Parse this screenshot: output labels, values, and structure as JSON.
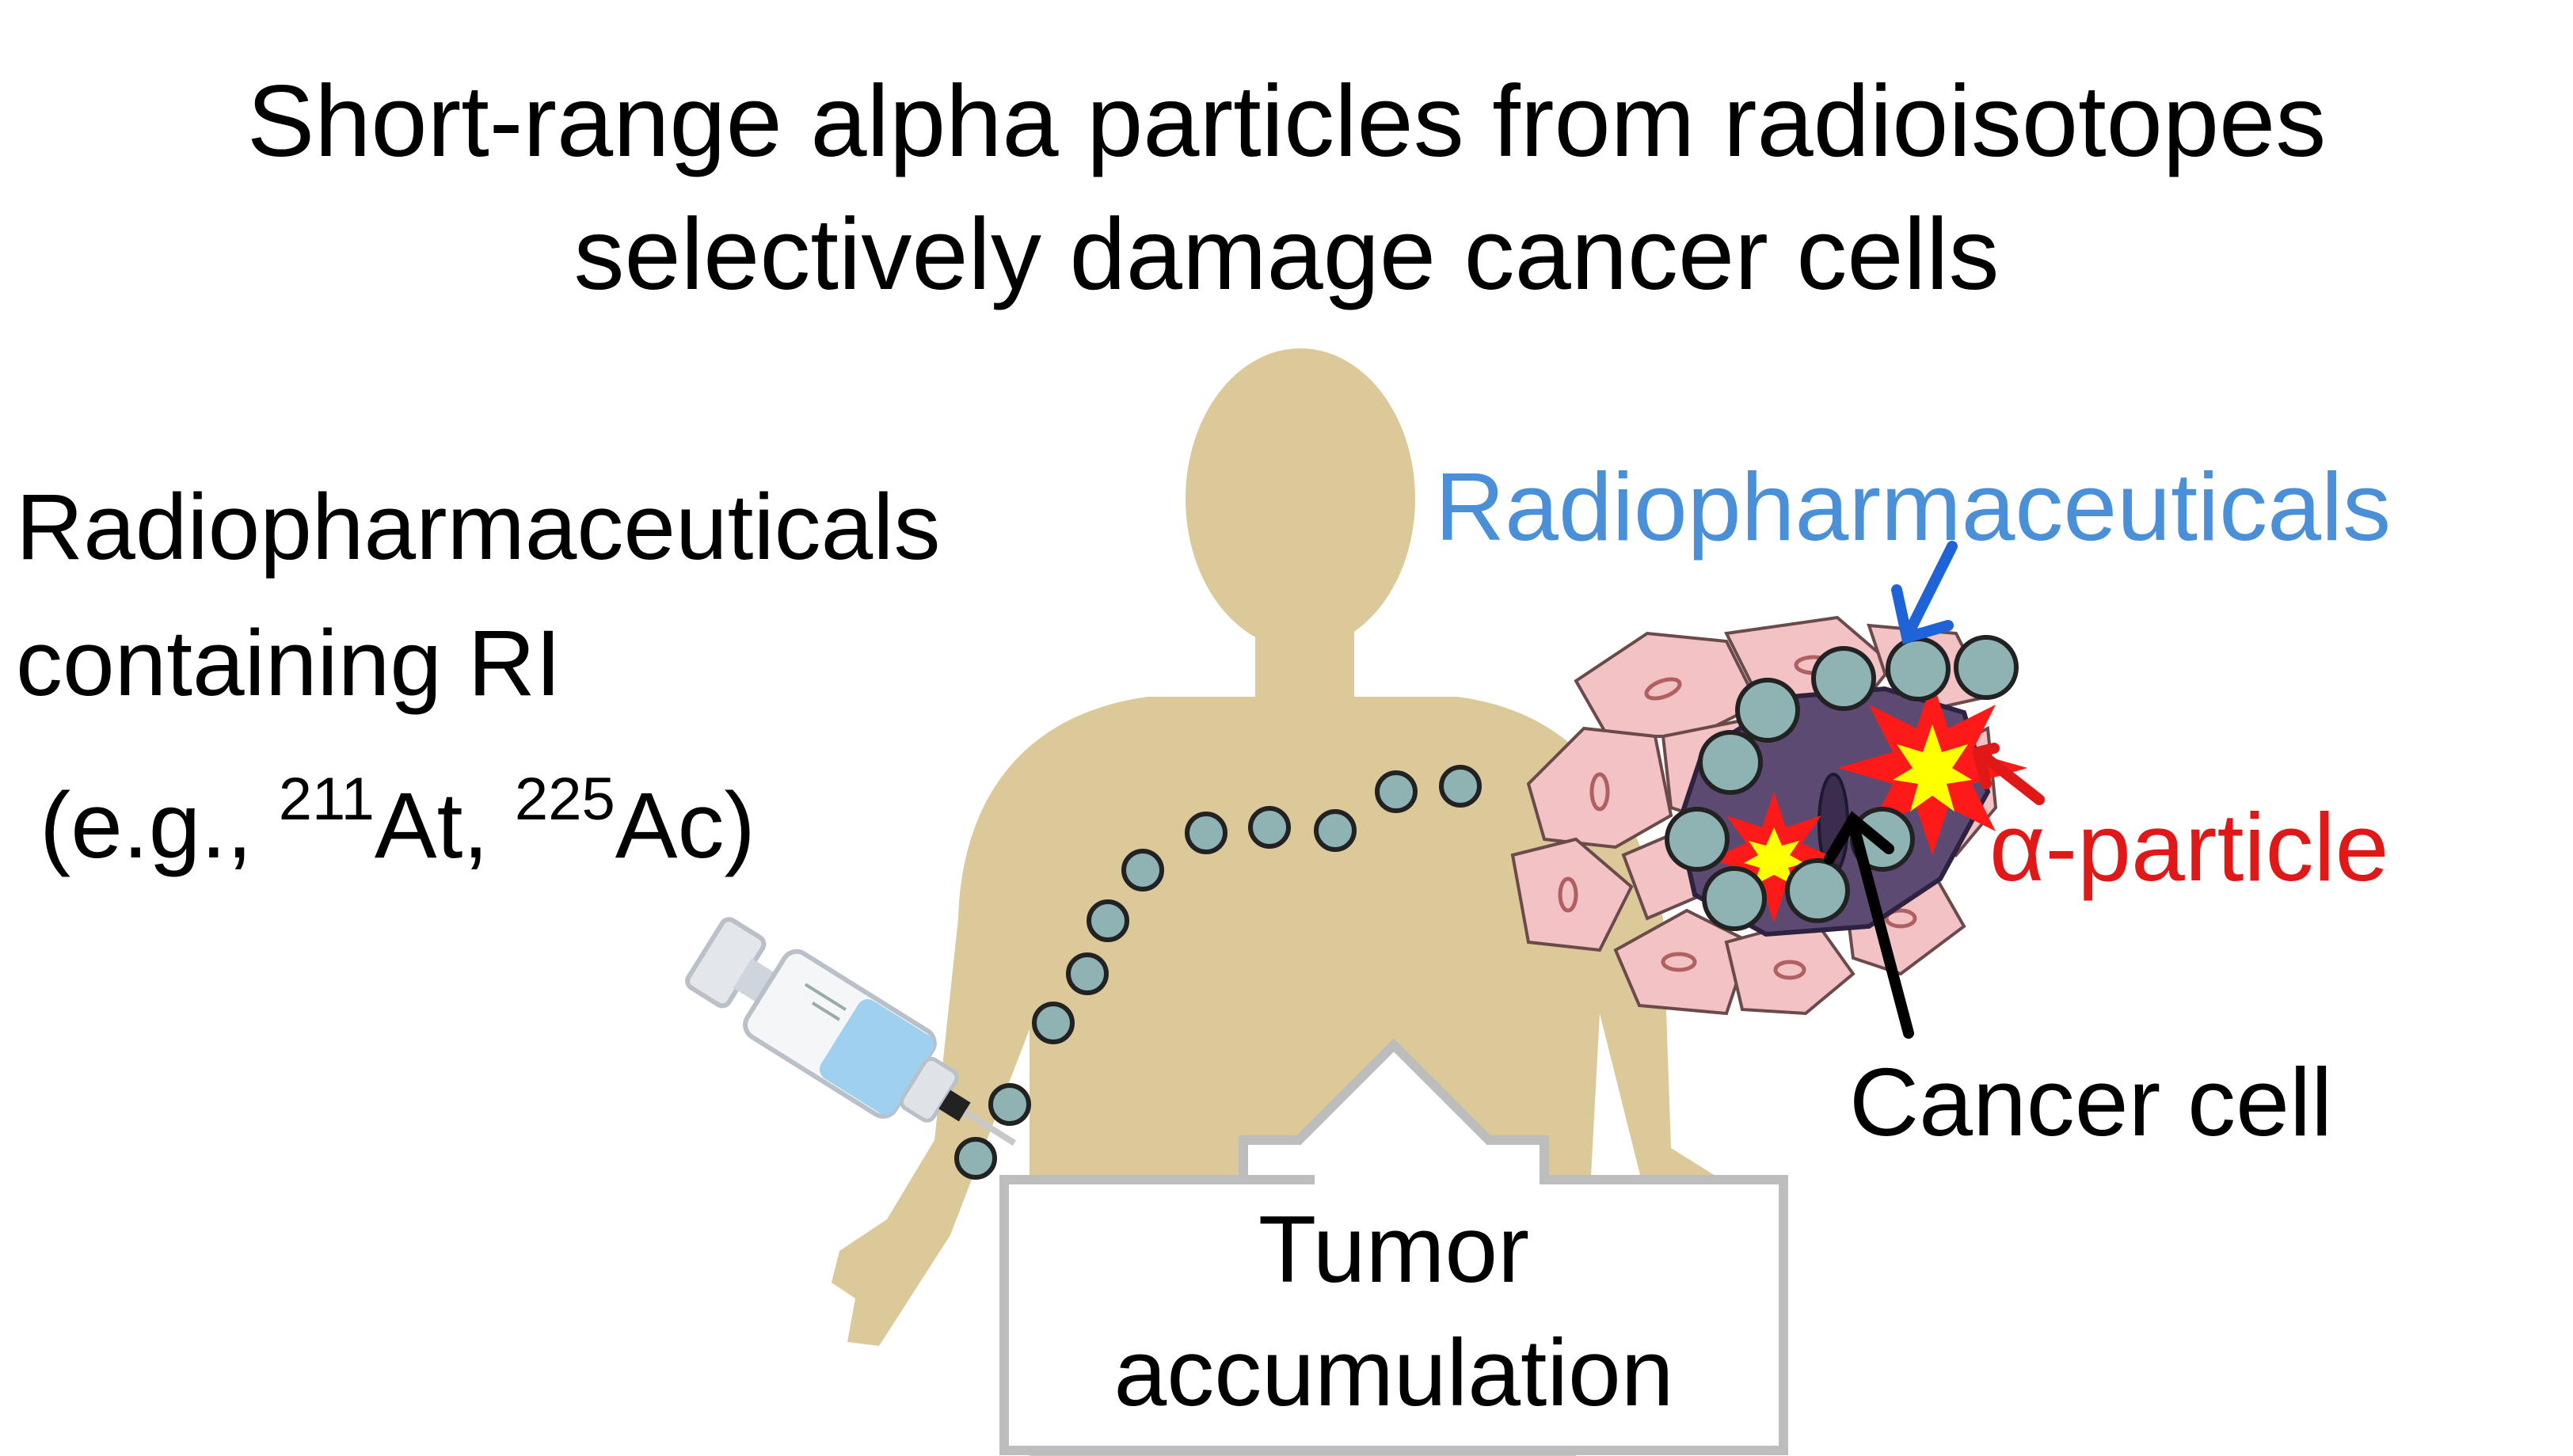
{
  "title": {
    "line1": "Short-range alpha particles from radioisotopes",
    "line2": "selectively damage cancer cells"
  },
  "left_label": {
    "line1": "Radiopharmaceuticals",
    "line2": "containing RI",
    "line3_prefix": "(e.g., ",
    "isotope1_mass": "211",
    "isotope1_symbol": "At, ",
    "isotope2_mass": "225",
    "isotope2_symbol": "Ac)"
  },
  "labels": {
    "radiopharmaceuticals": "Radiopharmaceuticals",
    "alpha_particle": "α-particle",
    "cancer_cell": "Cancer cell",
    "tumor_line1": "Tumor",
    "tumor_line2": "accumulation"
  },
  "colors": {
    "body": "#dcc99a",
    "particle": "#8fb3b3",
    "cell": "#f3c2c4",
    "cancer_cell": "#5c4a72",
    "radiopharmaceuticals_text": "#4a90d9",
    "alpha_text": "#e01818",
    "burst": "#ff1a1a",
    "burst_center": "#ffff00"
  }
}
